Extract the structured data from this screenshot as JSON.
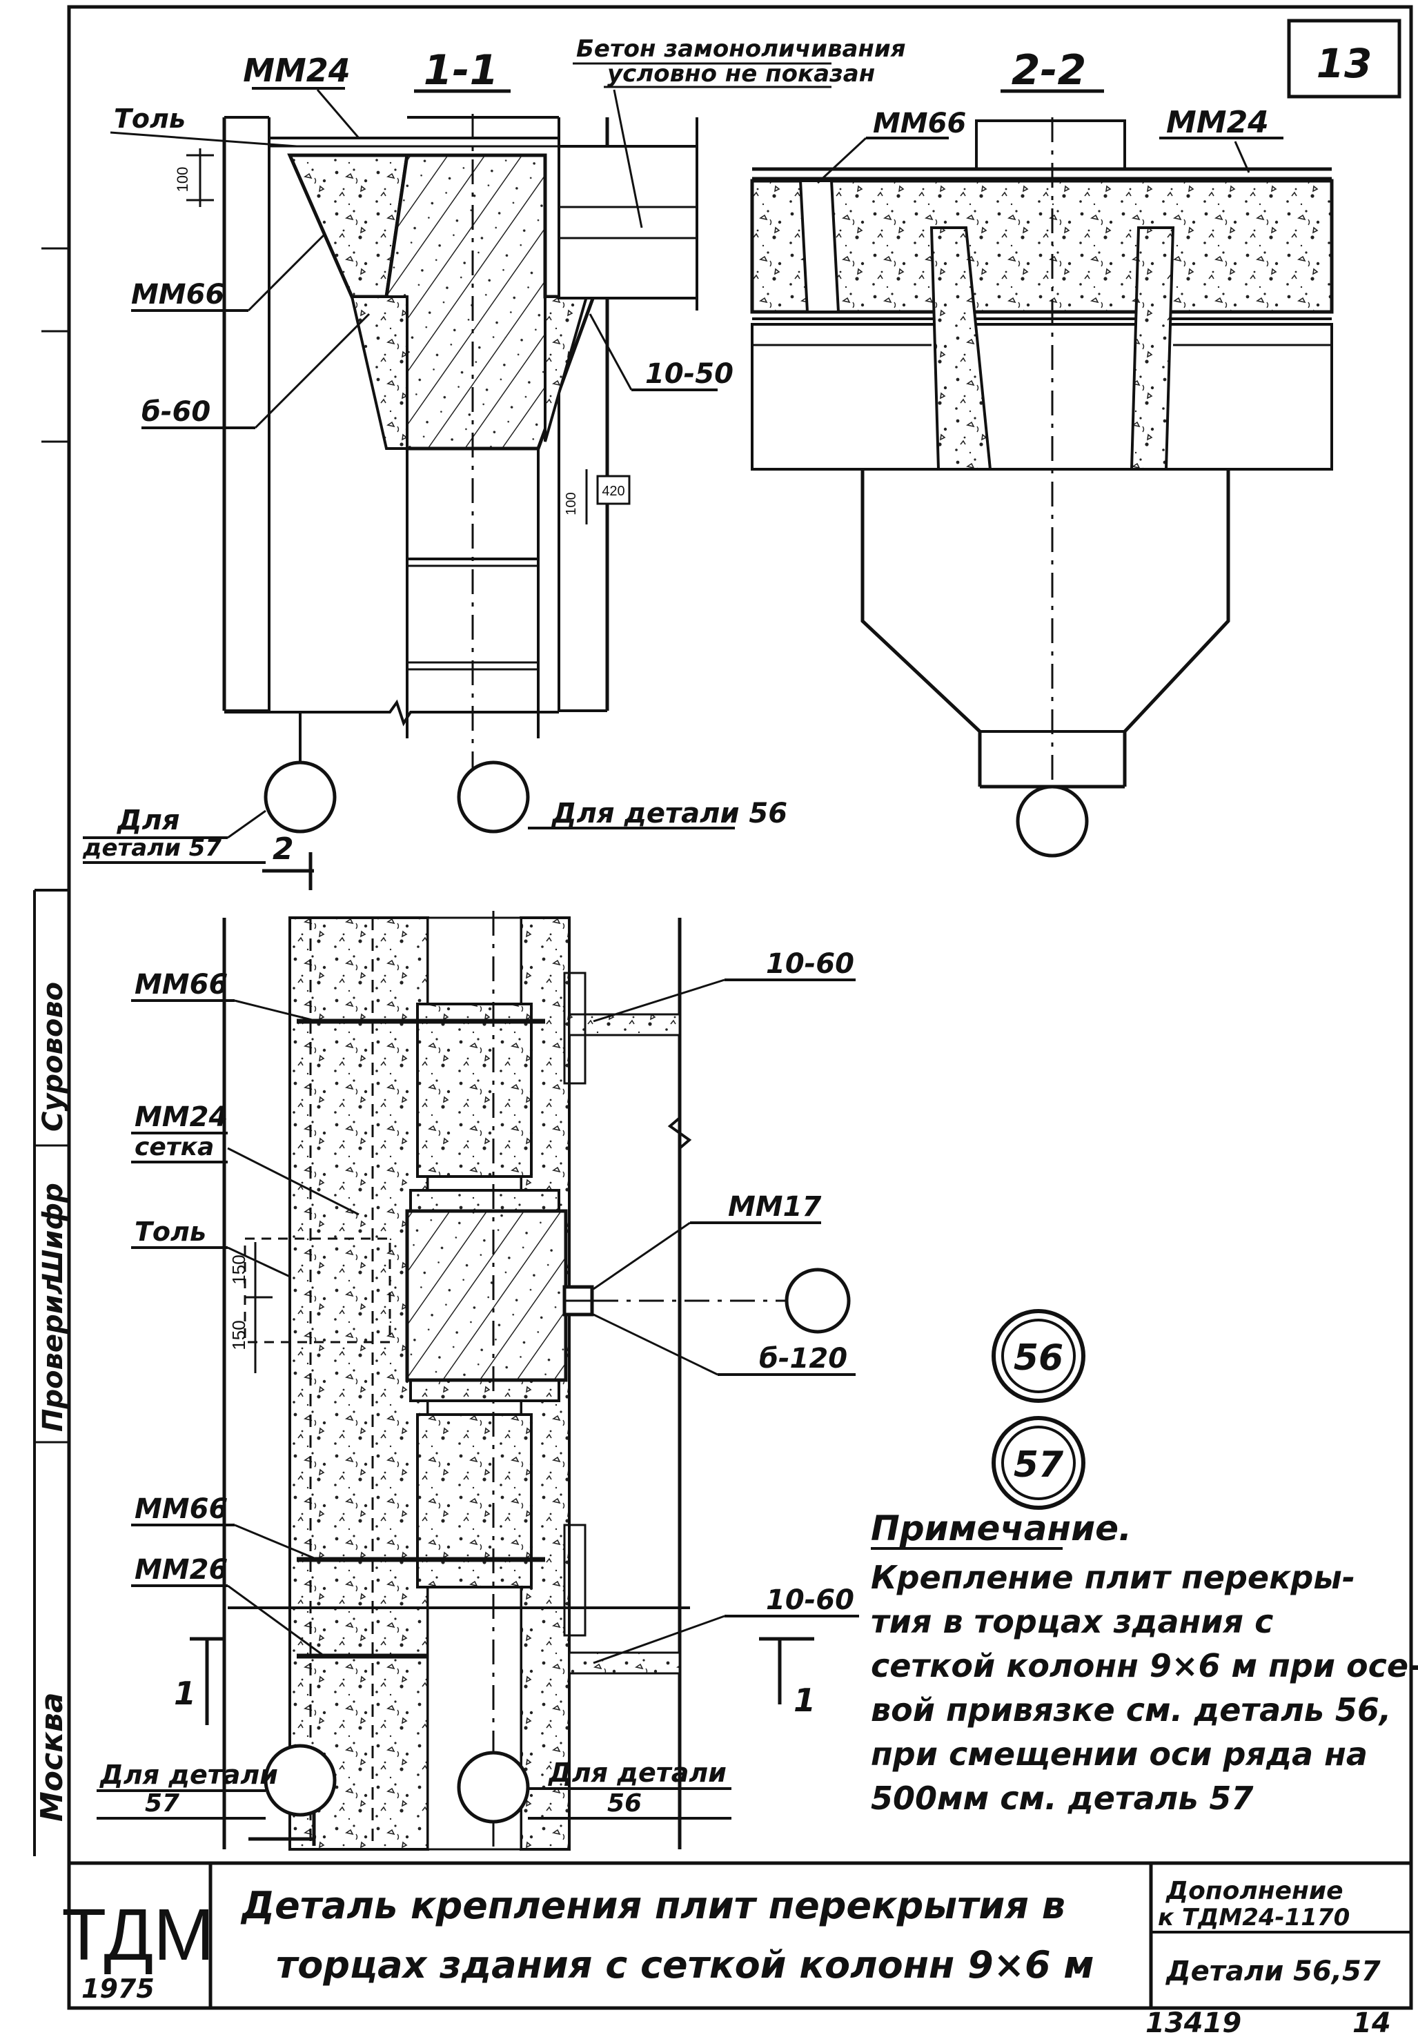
{
  "sheet_number": "13",
  "sections": {
    "s11": "1-1",
    "s22": "2-2",
    "note_top": [
      "Бетон замоноличивания",
      "условно не показан"
    ]
  },
  "labels": {
    "mm24_a": "ММ24",
    "mm24_b": "ММ24",
    "mm66_a": "ММ66",
    "mm66_b": "ММ66",
    "mm66_c": "ММ66",
    "mm66_d": "ММ66",
    "mm24_setka": "ММ24",
    "setka": "сетка",
    "mm17": "ММ17",
    "mm26": "ММ26",
    "tol_a": "Толь",
    "tol_b": "Толь",
    "b660": "б-60",
    "b1050": "10-50",
    "b1060_a": "10-60",
    "b1060_b": "10-60",
    "b6120": "б-120",
    "dim100": "100",
    "dim100b": "100",
    "dim420": "420",
    "dim150_a": "150",
    "dim150_b": "150",
    "cut_1a": "1",
    "cut_1b": "1",
    "cut_2": "2",
    "for57_a": [
      "Для",
      "детали 57"
    ],
    "for56_a": "Для детали 56",
    "for57_b": [
      "Для детали",
      "57"
    ],
    "for56_b": [
      "Для детали",
      "56"
    ]
  },
  "detail_markers": [
    "56",
    "57"
  ],
  "note": {
    "title": "Примечание.",
    "lines": [
      "Крепление плит перекры-",
      "тия в торцах здания с",
      "сеткой колонн 9×6 м при осе-",
      "вой привязке см. деталь 56,",
      "при смещении оси ряда на",
      "500мм см. деталь 57"
    ]
  },
  "side_stamp": {
    "city": "Москва",
    "entries": [
      "Проверил",
      "Шифр",
      "Суровово"
    ]
  },
  "title_block": {
    "logo": "ТДМ",
    "year": "1975",
    "title_lines": [
      "Деталь крепления плит перекрытия в",
      "торцах здания с сеткой колонн 9×6 м"
    ],
    "supplement_lines": [
      "Дополнение",
      "к ТДМ24-1170"
    ],
    "details": "Детали 56,57"
  },
  "footer": {
    "archive_no": "13419",
    "page": "14"
  }
}
